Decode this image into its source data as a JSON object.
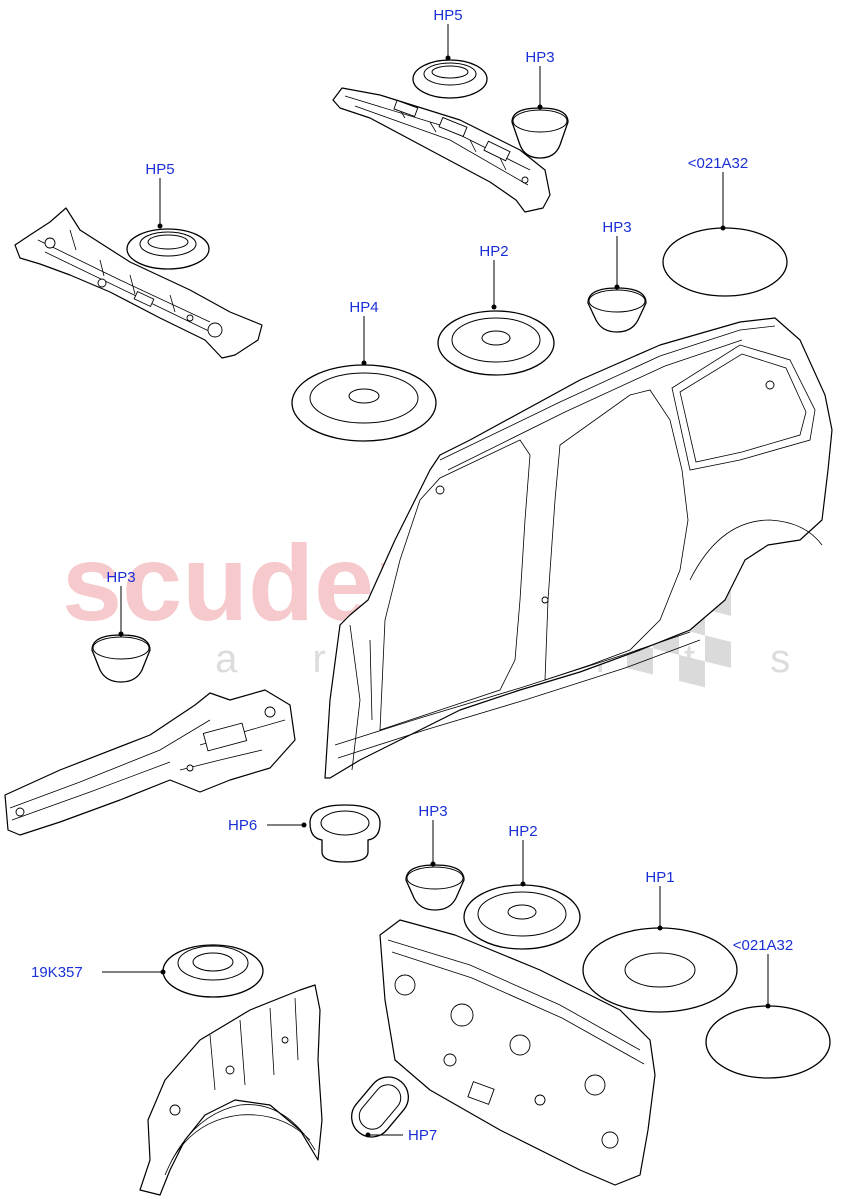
{
  "watermark": {
    "text": "scuderia",
    "subtext": "c a r   p a r t s",
    "color": "#f6c9cc"
  },
  "callout_color": "#1a2fd6",
  "callouts": [
    {
      "id": "hp5-top",
      "label": "HP5"
    },
    {
      "id": "hp3-top",
      "label": "HP3"
    },
    {
      "id": "hp5-left",
      "label": "HP5"
    },
    {
      "id": "021a32-top",
      "label": "<021A32"
    },
    {
      "id": "hp3-mid",
      "label": "HP3"
    },
    {
      "id": "hp2-top",
      "label": "HP2"
    },
    {
      "id": "hp4",
      "label": "HP4"
    },
    {
      "id": "hp3-left",
      "label": "HP3"
    },
    {
      "id": "hp6",
      "label": "HP6"
    },
    {
      "id": "hp3-bottom",
      "label": "HP3"
    },
    {
      "id": "hp2-bottom",
      "label": "HP2"
    },
    {
      "id": "hp1",
      "label": "HP1"
    },
    {
      "id": "021a32-bottom",
      "label": "<021A32"
    },
    {
      "id": "19k357",
      "label": "19K357"
    },
    {
      "id": "hp7",
      "label": "HP7"
    }
  ]
}
